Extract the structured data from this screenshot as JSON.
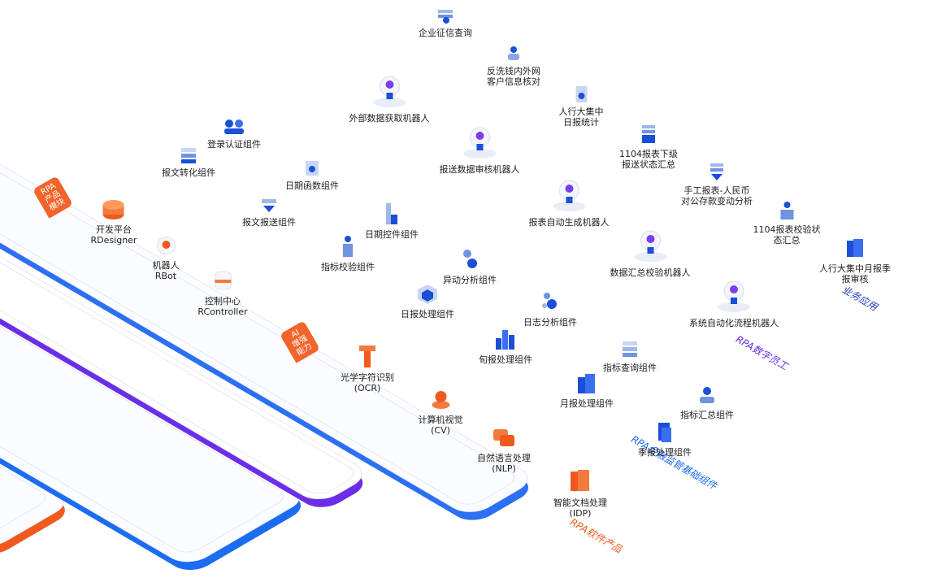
{
  "layers": {
    "business": {
      "label": "业务应用",
      "items": [
        "企业征信查询",
        "反洗钱内外网\n客户信息核对",
        "人行大集中\n日报统计",
        "1104报表下级\n报送状态汇总",
        "手工报表-人民币\n对公存款变动分析",
        "1104报表校验状\n态汇总",
        "人行大集中月报季\n报审核"
      ]
    },
    "digital_worker": {
      "label": "RPA数字员工",
      "items": [
        "外部数据获取机器人",
        "报送数据审核机器人",
        "报表自动生成机器人",
        "数据汇总校验机器人",
        "系统自动化流程机器人"
      ]
    },
    "regulatory": {
      "label": "RPA金融监管基础组件",
      "items": [
        "登录认证组件",
        "报文转化组件",
        "日期函数组件",
        "报文报送组件",
        "日期控件组件",
        "指标校验组件",
        "异动分析组件",
        "日报处理组件",
        "日志分析组件",
        "旬报处理组件",
        "指标查询组件",
        "月报处理组件",
        "指标汇总组件",
        "季报处理组件"
      ]
    },
    "software": {
      "label": "RPA软件产品",
      "product_tag": "RPA\n产品\n模块",
      "products": [
        "开发平台\nRDesigner",
        "机器人\nRBot",
        "控制中心\nRController"
      ],
      "ai_tag": "AI\n增强\n能力",
      "ai_items": [
        "光学字符识别\n(OCR)",
        "计算机视觉\n(CV)",
        "自然语言处理\n(NLP)",
        "智能文档处理\n(IDP)"
      ]
    }
  },
  "colors": {
    "orange": "#f05a1f",
    "blue": "#1b6cf0",
    "purple": "#6a2ee8",
    "navy": "#1f3fbf"
  }
}
